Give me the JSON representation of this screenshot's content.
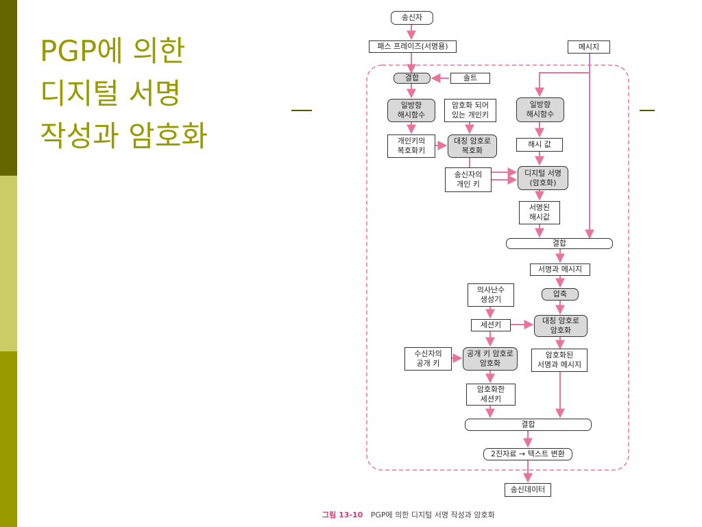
{
  "title": {
    "line1": "PGP에 의한",
    "line2": "디지털 서명",
    "line3": "작성과 암호화"
  },
  "diagram": {
    "sender": "송신자",
    "passphrase": "패스 프레이즈(서명용)",
    "message": "메시지",
    "combine_top": "결합",
    "salt": "솔트",
    "hash_left": "일방향\n해시함수",
    "encrypted_private_key": "암호화 되어\n있는 개인키",
    "hash_right": "일방향\n해시함수",
    "private_key_decrypt_key": "개인키의\n복호화키",
    "symmetric_decrypt": "대칭 암호로\n복호화",
    "hash_value": "해시 값",
    "sender_private_key": "송신자의\n개인 키",
    "digital_signature": "디지털 서명\n(암호화)",
    "signed_hash": "서명된\n해시값",
    "combine_mid": "결합",
    "signature_and_message": "서명과 메시지",
    "pseudo_random": "의사난수\n생성기",
    "compress": "압축",
    "session_key": "세션키",
    "symmetric_encrypt": "대칭 암호로\n암호화",
    "receiver_public_key": "수신자의\n공개 키",
    "public_key_encrypt": "공개 키 암호로\n암호화",
    "encrypted_sig_msg": "암호화된\n서명과 메시지",
    "encrypted_session_key": "암호화한\n세션키",
    "combine_bottom": "결합",
    "binary_to_text": "2진자료 → 텍스트 변환",
    "send_data": "송신데이터"
  },
  "caption": {
    "number": "그림 13-10",
    "text": "PGP에 의한 디지털 서명 작성과 암호화"
  },
  "colors": {
    "title": "#999900",
    "arrow": "#e8749e",
    "box_fill": "#d9d9d9",
    "bar_dark": "#666600",
    "bar_light": "#cccc66",
    "bar_mid": "#999900"
  }
}
